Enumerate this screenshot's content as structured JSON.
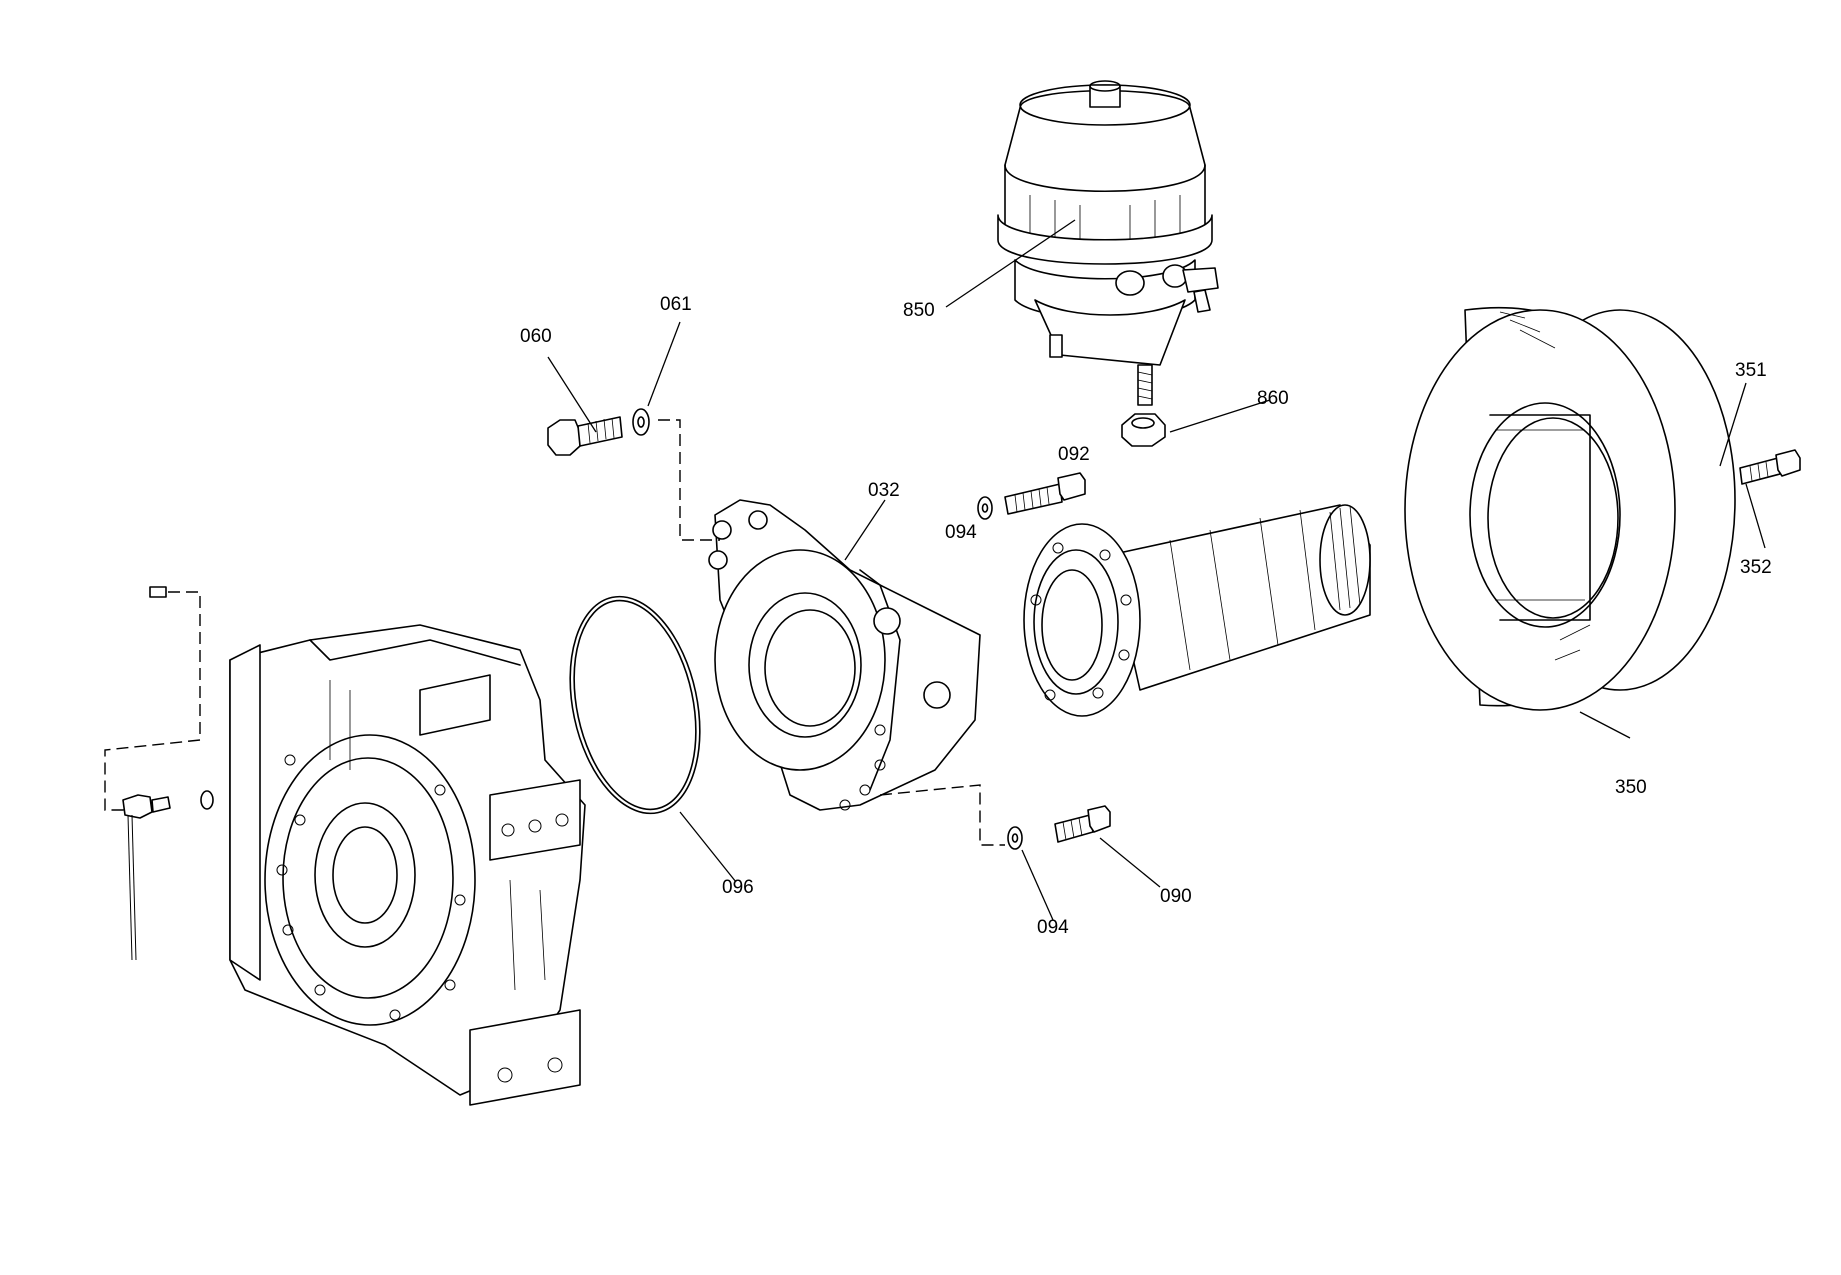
{
  "callouts": {
    "c850": "850",
    "c860": "860",
    "c060": "060",
    "c061": "061",
    "c032": "032",
    "c092": "092",
    "c094_top": "094",
    "c351": "351",
    "c352": "352",
    "c350": "350",
    "c096": "096",
    "c094_bottom": "094",
    "c090": "090"
  }
}
